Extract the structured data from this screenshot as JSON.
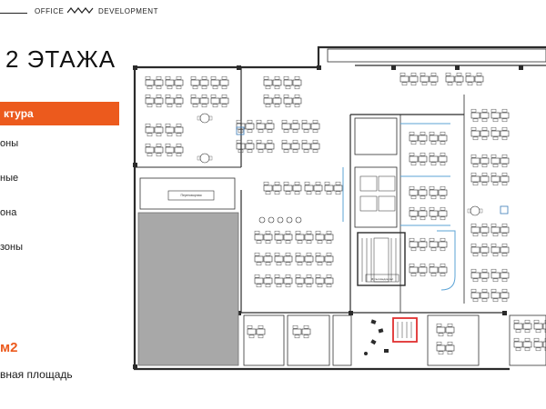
{
  "header": {
    "brand_left": "OFFICE",
    "brand_right": "DEVELOPMENT"
  },
  "title": "2 ЭТАЖА",
  "legend": {
    "active": "ктура",
    "items": [
      "оны",
      "ные",
      "она",
      "зоны"
    ]
  },
  "area": {
    "value": "м2",
    "label": "вная площадь"
  },
  "plan_labels": {
    "meeting_room": "Переговорная",
    "core_room": "Мультимедиа зал"
  },
  "colors": {
    "accent": "#ec5a1d",
    "wall": "#2b2b2b",
    "shaded_area": "#a8a8a8",
    "glass": "#5ba3d6",
    "stair_highlight": "#e03030"
  }
}
